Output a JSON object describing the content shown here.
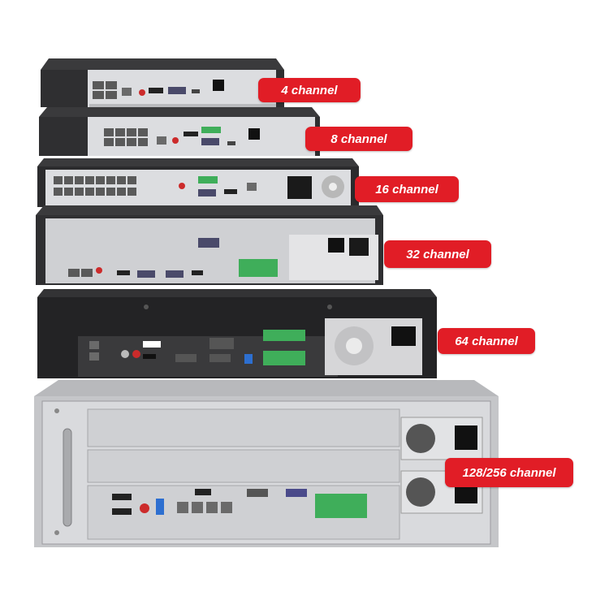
{
  "labels": {
    "ch4": "4 channel",
    "ch8": "8 channel",
    "ch16": "16 channel",
    "ch32": "32 channel",
    "ch64": "64 channel",
    "ch128": "128/256 channel"
  },
  "colors": {
    "badge": "#e11d26",
    "dark_chassis": "#2b2b2d",
    "silver_panel": "#c8c9cb",
    "terminal_green": "#3fae5a"
  }
}
